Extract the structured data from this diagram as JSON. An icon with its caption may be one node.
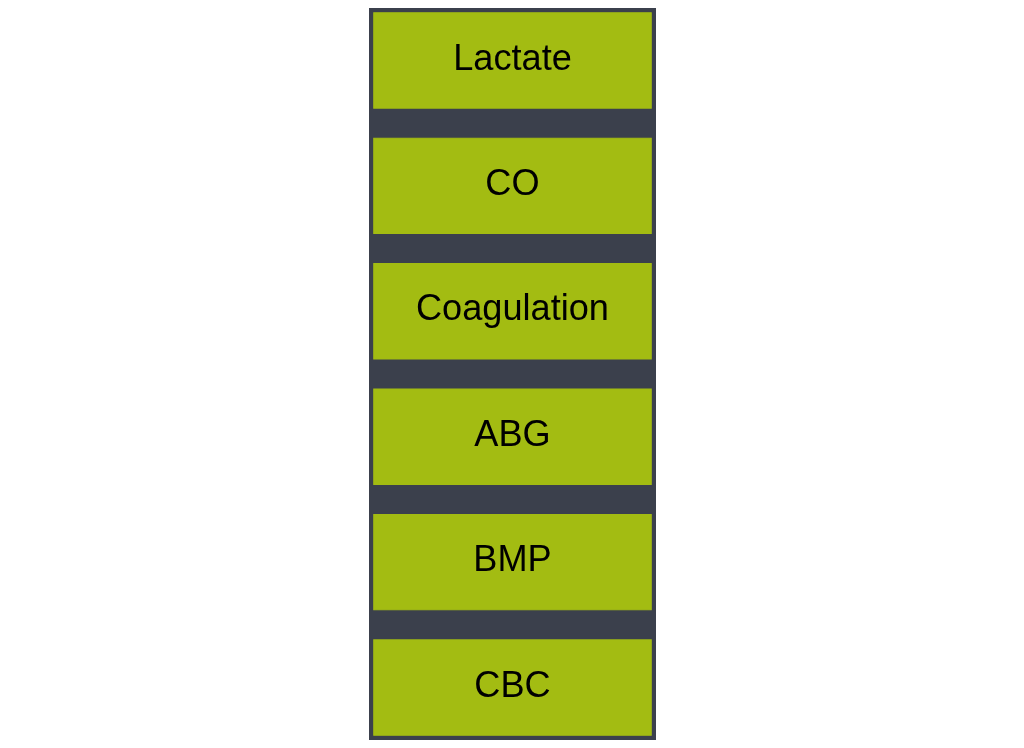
{
  "diagram": {
    "nodes": [
      {
        "text": [
          "CBC"
        ]
      },
      {
        "text": [
          "BMP"
        ]
      },
      {
        "text": [
          "ABG"
        ]
      },
      {
        "text": [
          "Coagulation"
        ]
      },
      {
        "text": [
          "CO"
        ]
      },
      {
        "text": [
          "Lactate"
        ]
      }
    ]
  }
}
